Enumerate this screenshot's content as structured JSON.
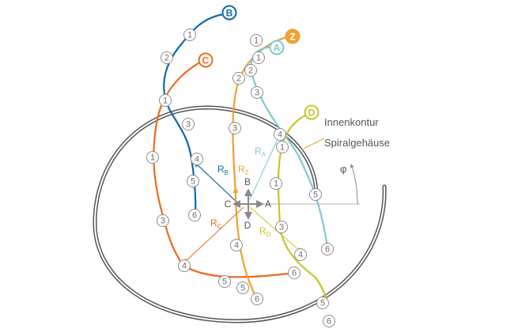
{
  "colors": {
    "A": "#7cc9d3",
    "B": "#0f6aa6",
    "C": "#ea6b21",
    "D": "#c6c62a",
    "Z": "#f0a032",
    "housing": "#4a4a4a",
    "axis": "#8a8a8a",
    "marker": "#8c8c8c"
  },
  "labels": {
    "inner_contour": "Innenkontur",
    "spiral_housing": "Spiralgehäuse",
    "phi": "φ",
    "axis_a": "A",
    "axis_b": "B",
    "axis_c": "C",
    "axis_d": "D"
  },
  "endpoints": [
    {
      "id": "endpoint-a",
      "text": "A",
      "color": "A",
      "filled": false
    },
    {
      "id": "endpoint-b",
      "text": "B",
      "color": "B",
      "filled": false
    },
    {
      "id": "endpoint-c",
      "text": "C",
      "color": "C",
      "filled": false
    },
    {
      "id": "endpoint-d",
      "text": "D",
      "color": "D",
      "filled": false
    },
    {
      "id": "endpoint-z",
      "text": "Z",
      "color": "Z",
      "filled": true
    }
  ],
  "radii": [
    {
      "id": "radius-label-rb",
      "main": "R",
      "sub": "B",
      "color": "B"
    },
    {
      "id": "radius-label-rz",
      "main": "R",
      "sub": "Z",
      "color": "Z"
    },
    {
      "id": "radius-label-ra",
      "main": "R",
      "sub": "A",
      "color": "A"
    },
    {
      "id": "radius-label-rc",
      "main": "R",
      "sub": "C",
      "color": "C"
    },
    {
      "id": "radius-label-rd",
      "main": "R",
      "sub": "D",
      "color": "D"
    }
  ],
  "markers": {
    "B": [
      "1",
      "2",
      "1",
      "3",
      "4",
      "5",
      "6"
    ],
    "C": [
      "1",
      "3",
      "4",
      "5",
      "6"
    ],
    "Z": [
      "2",
      "3",
      "4",
      "5",
      "6"
    ],
    "A": [
      "1",
      "1",
      "2",
      "3",
      "4",
      "5",
      "6"
    ],
    "D": [
      "1",
      "1",
      "3",
      "4",
      "5",
      "6"
    ]
  }
}
